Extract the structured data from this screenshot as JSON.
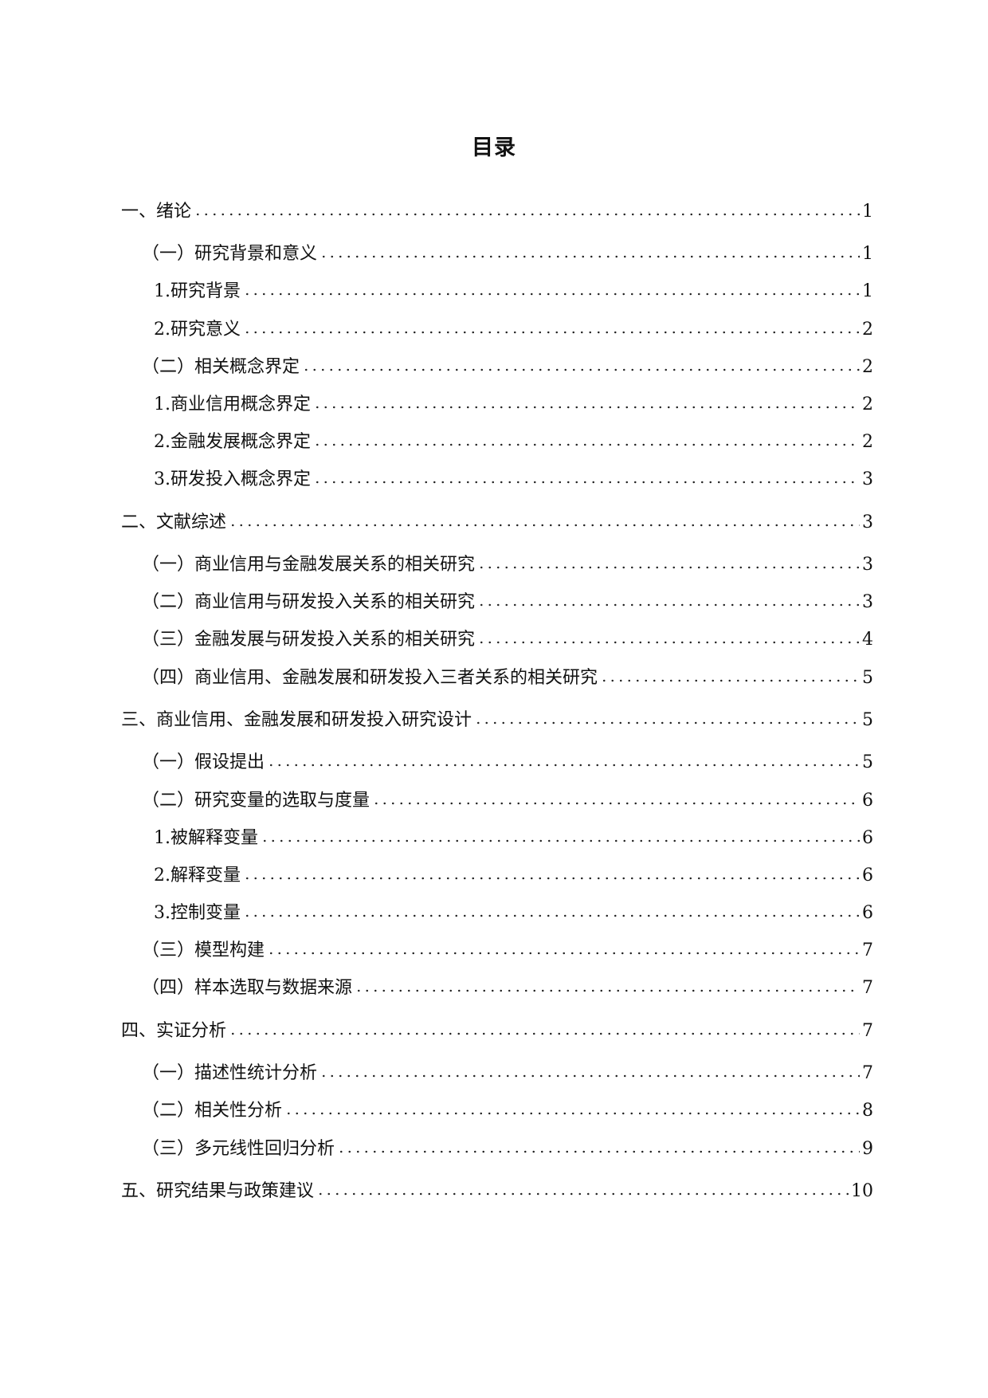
{
  "title": "目录",
  "entries": [
    {
      "level": 1,
      "label": "一、绪论",
      "page": "1"
    },
    {
      "level": 2,
      "label": "（一）研究背景和意义",
      "page": "1"
    },
    {
      "level": 3,
      "label": "1.研究背景",
      "page": "1"
    },
    {
      "level": 3,
      "label": "2.研究意义",
      "page": "2"
    },
    {
      "level": 2,
      "label": "（二）相关概念界定",
      "page": "2"
    },
    {
      "level": 3,
      "label": "1.商业信用概念界定",
      "page": "2"
    },
    {
      "level": 3,
      "label": "2.金融发展概念界定",
      "page": "2"
    },
    {
      "level": 3,
      "label": "3.研发投入概念界定",
      "page": "3"
    },
    {
      "level": 1,
      "label": "二、文献综述",
      "page": "3"
    },
    {
      "level": 2,
      "label": "（一）商业信用与金融发展关系的相关研究",
      "page": "3"
    },
    {
      "level": 2,
      "label": "（二）商业信用与研发投入关系的相关研究",
      "page": "3"
    },
    {
      "level": 2,
      "label": "（三）金融发展与研发投入关系的相关研究",
      "page": "4"
    },
    {
      "level": 2,
      "label": "（四）商业信用、金融发展和研发投入三者关系的相关研究",
      "page": "5"
    },
    {
      "level": 1,
      "label": "三、商业信用、金融发展和研发投入研究设计",
      "page": "5"
    },
    {
      "level": 2,
      "label": "（一）假设提出",
      "page": "5"
    },
    {
      "level": 2,
      "label": "（二）研究变量的选取与度量",
      "page": "6"
    },
    {
      "level": 3,
      "label": "1.被解释变量",
      "page": "6"
    },
    {
      "level": 3,
      "label": "2.解释变量",
      "page": "6"
    },
    {
      "level": 3,
      "label": "3.控制变量",
      "page": "6"
    },
    {
      "level": 2,
      "label": "（三）模型构建",
      "page": "7"
    },
    {
      "level": 2,
      "label": "（四）样本选取与数据来源",
      "page": "7"
    },
    {
      "level": 1,
      "label": "四、实证分析",
      "page": "7"
    },
    {
      "level": 2,
      "label": "（一）描述性统计分析",
      "page": "7"
    },
    {
      "level": 2,
      "label": "（二）相关性分析",
      "page": "8"
    },
    {
      "level": 2,
      "label": "（三）多元线性回归分析",
      "page": "9"
    },
    {
      "level": 1,
      "label": "五、研究结果与政策建议",
      "page": "10"
    }
  ]
}
